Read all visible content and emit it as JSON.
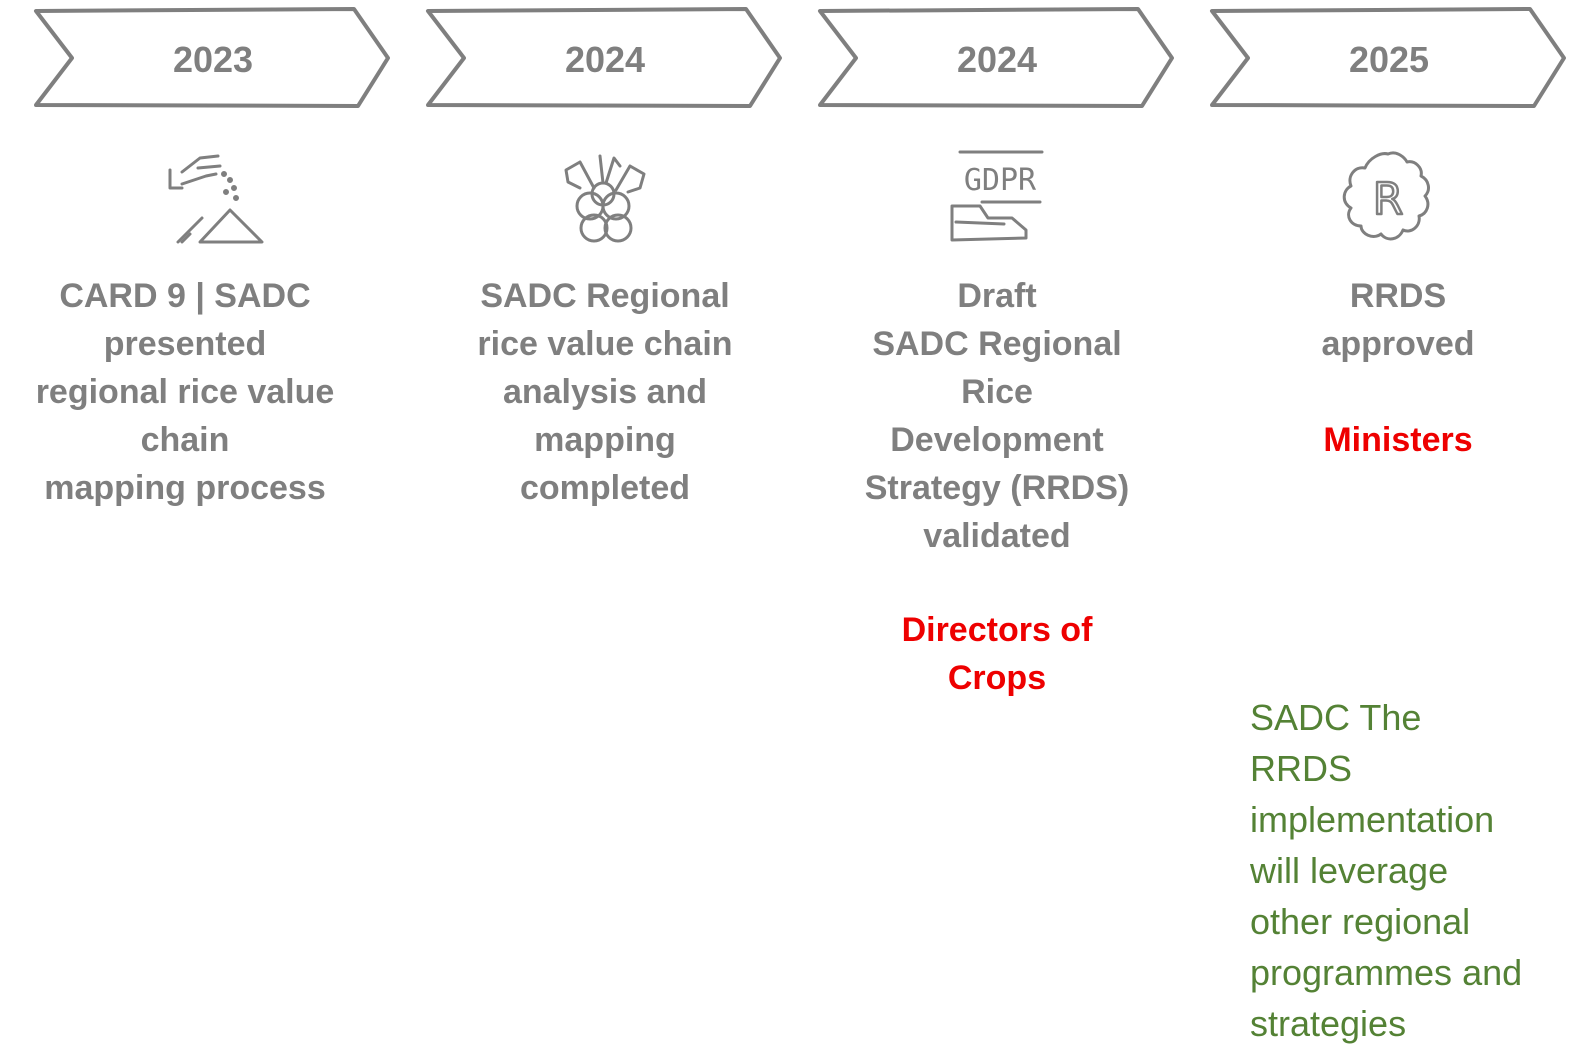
{
  "colors": {
    "outline": "#7f7f7f",
    "event_text": "#7f7f7f",
    "actor_text": "#ee0000",
    "note_text": "#548235"
  },
  "milestones": [
    {
      "year": "2023",
      "icon": "hand-sowing-seeds-icon",
      "event": "CARD 9 | SADC\npresented\nregional rice value\nchain\nmapping process",
      "actor": ""
    },
    {
      "year": "2024",
      "icon": "grain-cluster-icon",
      "event": "SADC Regional\nrice value chain\nanalysis and\nmapping\ncompleted",
      "actor": ""
    },
    {
      "year": "2024",
      "icon": "gdpr-document-icon",
      "event": "Draft\nSADC Regional\nRice\nDevelopment\nStrategy (RRDS)\nvalidated",
      "actor": "Directors of\nCrops"
    },
    {
      "year": "2025",
      "icon": "registered-seal-icon",
      "event": "RRDS\napproved",
      "actor": "Ministers"
    }
  ],
  "icon_labels": {
    "gdpr": "GDPR",
    "registered": "R"
  },
  "note": "SADC The\nRRDS\nimplementation\nwill leverage\nother regional\nprogrammes and\nstrategies"
}
